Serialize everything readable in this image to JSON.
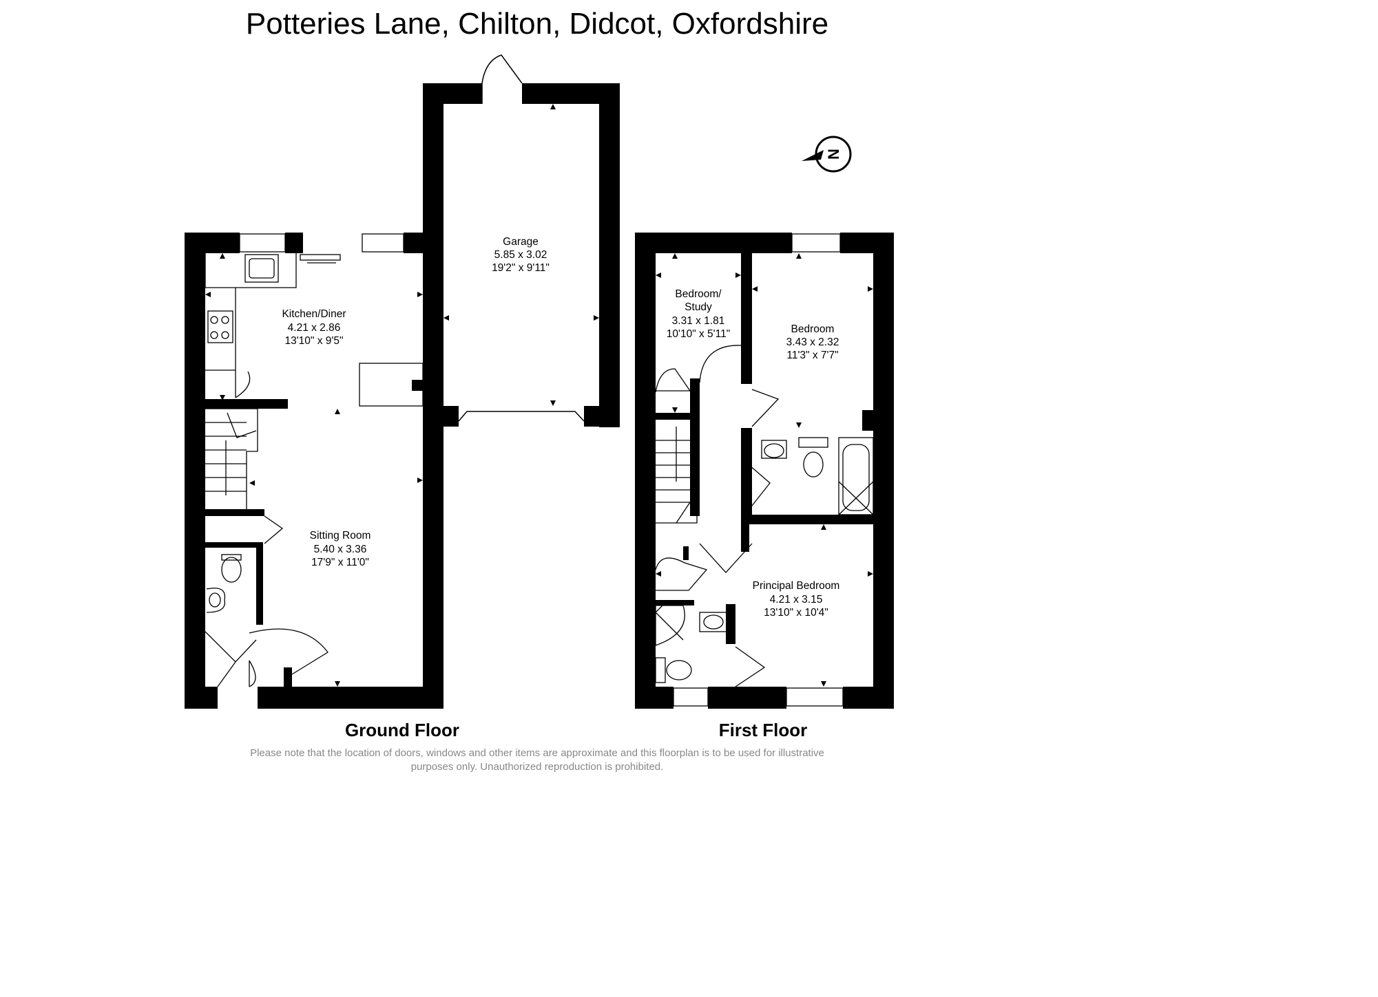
{
  "title": "Potteries Lane, Chilton, Didcot, Oxfordshire",
  "floors": {
    "ground": {
      "label": "Ground Floor",
      "rooms": {
        "garage": {
          "name": "Garage",
          "metric": "5.85 x 3.02",
          "imperial": "19'2\" x 9'11\""
        },
        "kitchen": {
          "name": "Kitchen/Diner",
          "metric": "4.21 x 2.86",
          "imperial": "13'10\" x 9'5\""
        },
        "sitting": {
          "name": "Sitting Room",
          "metric": "5.40 x 3.36",
          "imperial": "17'9\" x 11'0\""
        }
      }
    },
    "first": {
      "label": "First Floor",
      "rooms": {
        "study": {
          "name_line1": "Bedroom/",
          "name_line2": "Study",
          "metric": "3.31 x 1.81",
          "imperial": "10'10\" x 5'11\""
        },
        "bedroom": {
          "name": "Bedroom",
          "metric": "3.43 x 2.32",
          "imperial": "11'3\" x 7'7\""
        },
        "principal": {
          "name": "Principal Bedroom",
          "metric": "4.21 x 3.15",
          "imperial": "13'10\" x 10'4\""
        }
      }
    }
  },
  "compass": {
    "letter": "N"
  },
  "disclaimer": {
    "line1": "Please note that the location of doors, windows and other items are approximate and this floorplan is to be used for illustrative",
    "line2": "purposes only. Unauthorized reproduction is prohibited."
  },
  "colors": {
    "wall": "#000000",
    "line": "#000000",
    "background": "#ffffff",
    "disclaimer": "#888888"
  }
}
